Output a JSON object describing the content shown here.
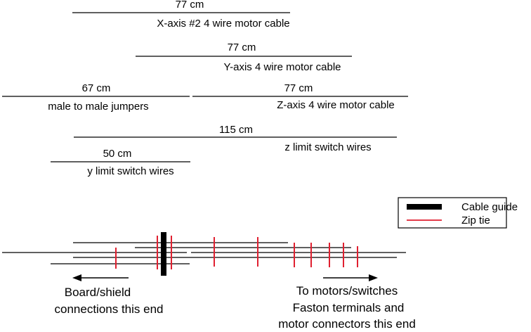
{
  "cables": [
    {
      "length": "77 cm",
      "name": "X-axis #2 4 wire motor cable"
    },
    {
      "length": "77 cm",
      "name": "Y-axis 4 wire motor cable"
    },
    {
      "length": "67 cm",
      "name": "male to male jumpers"
    },
    {
      "length": "77 cm",
      "name": "Z-axis 4 wire motor cable"
    },
    {
      "length": "115 cm",
      "name": "z limit switch wires"
    },
    {
      "length": "50 cm",
      "name": "y limit switch wires"
    }
  ],
  "legend": {
    "cable_guide": "Cable guide",
    "zip_tie": "Zip tie"
  },
  "notes": {
    "left": [
      "Board/shield",
      "connections this end"
    ],
    "right": [
      "To motors/switches",
      "Faston terminals and",
      "motor connectors this end"
    ]
  },
  "colors": {
    "line": "#000000",
    "zip_tie": "#e02030",
    "cable_guide": "#000000"
  }
}
